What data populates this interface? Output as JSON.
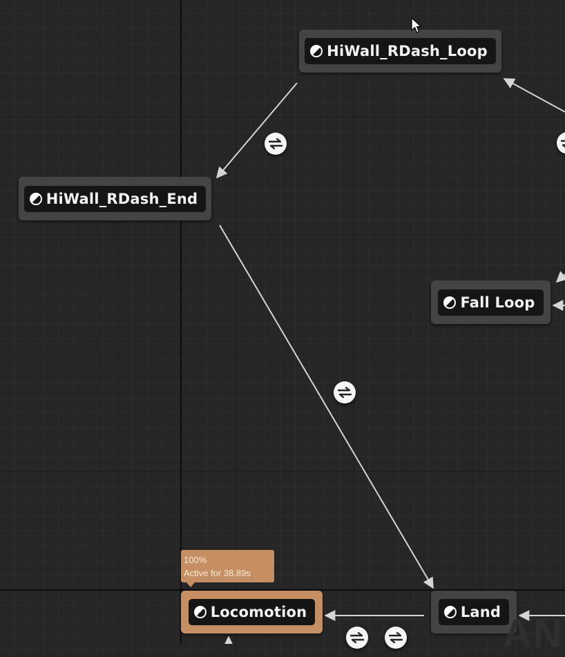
{
  "graph": {
    "states": [
      {
        "id": "hiwall_rdash_loop",
        "label": "HiWall_RDash_Loop",
        "active": false
      },
      {
        "id": "hiwall_rdash_end",
        "label": "HiWall_RDash_End",
        "active": false
      },
      {
        "id": "fall_loop",
        "label": "Fall Loop",
        "active": false
      },
      {
        "id": "locomotion",
        "label": "Locomotion",
        "active": true
      },
      {
        "id": "land",
        "label": "Land",
        "active": false
      }
    ],
    "active_tooltip": {
      "weight": "100%",
      "duration": "Active for 38.89s"
    },
    "watermark": "AN"
  },
  "icons": {
    "state": "state-node-icon",
    "transition": "transition-rule-icon",
    "cursor": "mouse-pointer-icon"
  },
  "colors": {
    "background": "#262626",
    "node_frame": "#444444",
    "node_active_frame": "#c68f63",
    "node_body": "#151515",
    "wire": "#d6d6d6"
  }
}
